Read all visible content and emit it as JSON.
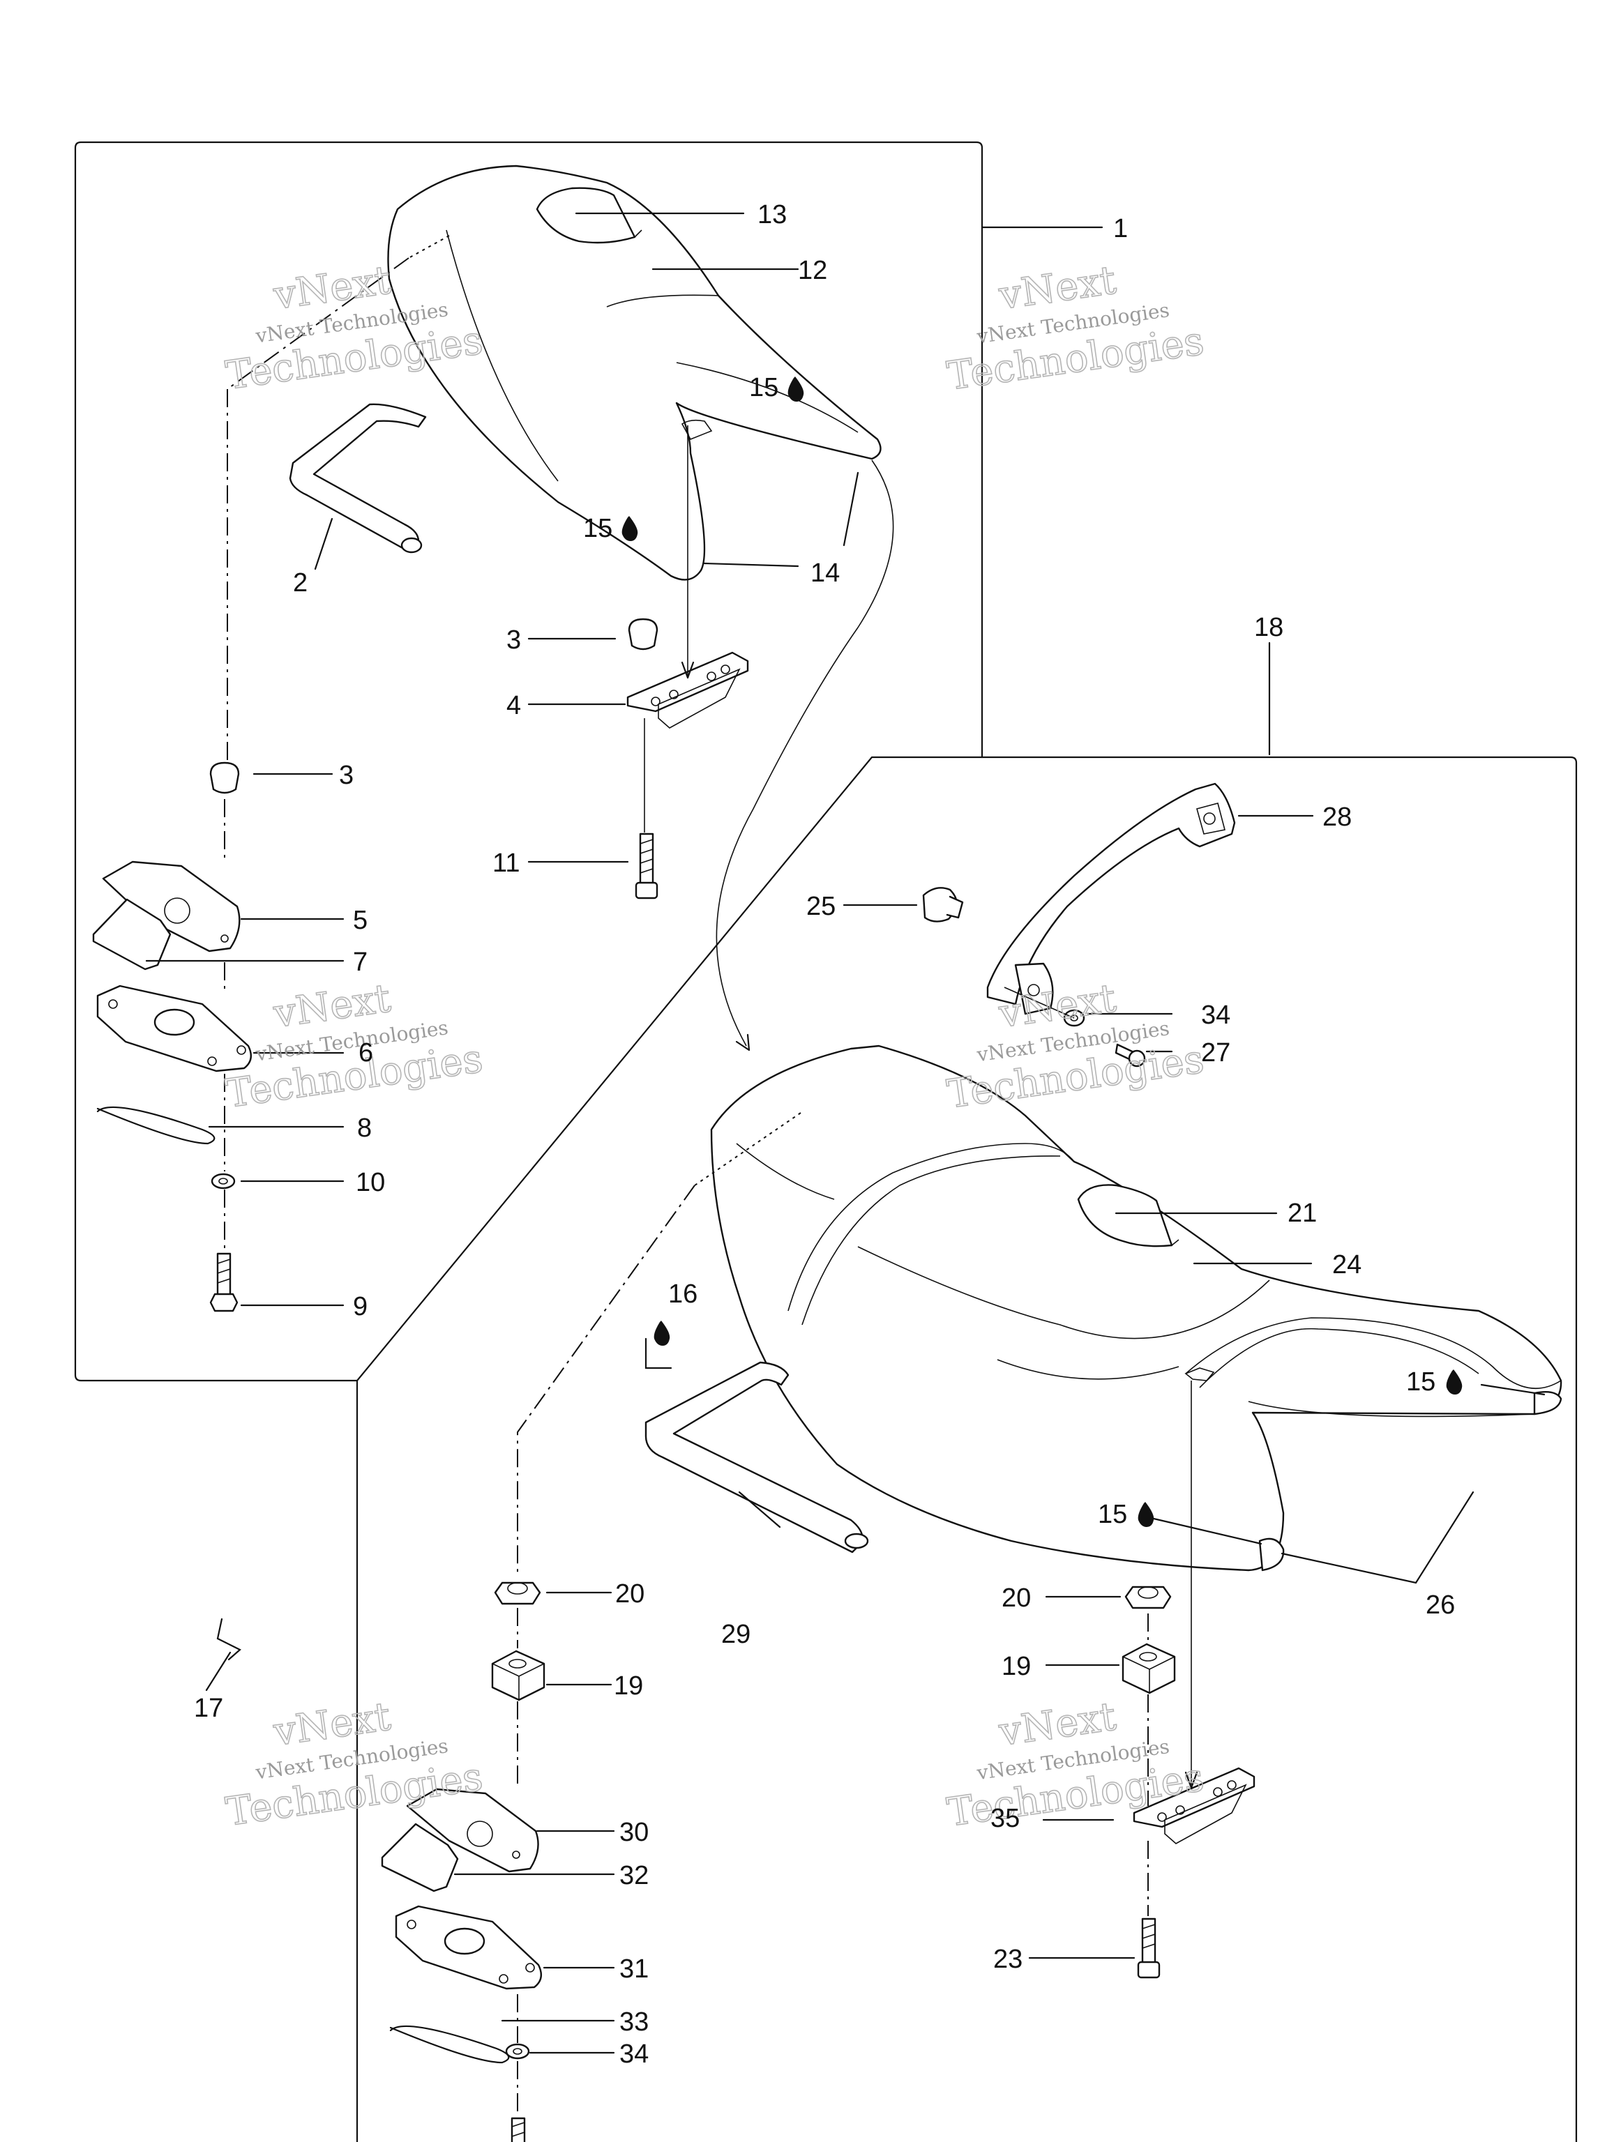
{
  "diagram": {
    "watermark": {
      "line1": "vNext",
      "line2": "vNext Technologies",
      "line3": "Technologies"
    },
    "callouts": {
      "c1": "1",
      "c2": "2",
      "c3a": "3",
      "c3b": "3",
      "c4": "4",
      "c5": "5",
      "c6": "6",
      "c7": "7",
      "c8": "8",
      "c9": "9",
      "c10": "10",
      "c11": "11",
      "c12": "12",
      "c13": "13",
      "c14": "14",
      "c15a": "15",
      "c15b": "15",
      "c15c": "15",
      "c15d": "15",
      "c16": "16",
      "c17": "17",
      "c18": "18",
      "c19a": "19",
      "c19b": "19",
      "c20a": "20",
      "c20b": "20",
      "c21": "21",
      "c23": "23",
      "c24": "24",
      "c25": "25",
      "c26": "26",
      "c27": "27",
      "c28": "28",
      "c29": "29",
      "c30": "30",
      "c31": "31",
      "c32": "32",
      "c33": "33",
      "c34a": "34",
      "c34b": "34",
      "c35": "35"
    },
    "colors": {
      "ink": "#111111",
      "watermark": "#b5b5b5",
      "background": "#ffffff"
    }
  }
}
